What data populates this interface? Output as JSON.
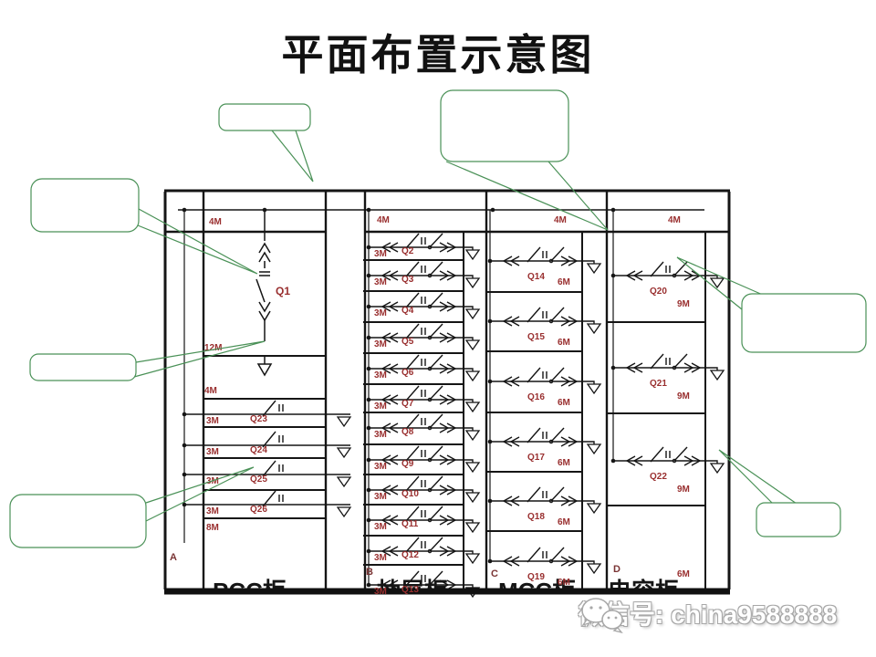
{
  "title": "平面布置示意图",
  "watermark": {
    "label": "微信号: china9588888"
  },
  "bottom_captions": [
    "PCC柜",
    "抽屉柜",
    "MCC柜",
    "电容柜"
  ],
  "callouts": {
    "count": 7,
    "texts": [
      "",
      "",
      "",
      "",
      "",
      "",
      ""
    ]
  },
  "colors": {
    "label_red": "#992f2f",
    "callout_green": "#4a9157",
    "line_black": "#151515"
  },
  "panels": [
    {
      "section": "A",
      "top_bus": "4M",
      "incomer_label": "Q1",
      "mid_bus": "12M",
      "ground_bus": "4M",
      "bottom_bus": "8M",
      "rows": [
        {
          "bus": "3M",
          "q": "Q23"
        },
        {
          "bus": "3M",
          "q": "Q24"
        },
        {
          "bus": "3M",
          "q": "Q25"
        },
        {
          "bus": "3M",
          "q": "Q26"
        }
      ]
    },
    {
      "section": "B",
      "top_bus": "4M",
      "rows": [
        {
          "bus": "3M",
          "q": "Q2"
        },
        {
          "bus": "3M",
          "q": "Q3"
        },
        {
          "bus": "3M",
          "q": "Q4"
        },
        {
          "bus": "3M",
          "q": "Q5"
        },
        {
          "bus": "3M",
          "q": "Q6"
        },
        {
          "bus": "3M",
          "q": "Q7"
        },
        {
          "bus": "3M",
          "q": "Q8"
        },
        {
          "bus": "3M",
          "q": "Q9"
        },
        {
          "bus": "3M",
          "q": "Q10"
        },
        {
          "bus": "3M",
          "q": "Q11"
        },
        {
          "bus": "3M",
          "q": "Q12"
        },
        {
          "bus": "3M",
          "q": "Q13"
        }
      ]
    },
    {
      "section": "C",
      "top_bus": "4M",
      "rows": [
        {
          "q": "Q14",
          "bus": "6M"
        },
        {
          "q": "Q15",
          "bus": "6M"
        },
        {
          "q": "Q16",
          "bus": "6M"
        },
        {
          "q": "Q17",
          "bus": "6M"
        },
        {
          "q": "Q18",
          "bus": "6M"
        },
        {
          "q": "Q19",
          "bus": "6M"
        }
      ]
    },
    {
      "section": "D",
      "top_bus": "4M",
      "bottom_bus": "6M",
      "rows": [
        {
          "q": "Q20",
          "bus": "9M"
        },
        {
          "q": "Q21",
          "bus": "9M"
        },
        {
          "q": "Q22",
          "bus": "9M"
        }
      ]
    }
  ]
}
